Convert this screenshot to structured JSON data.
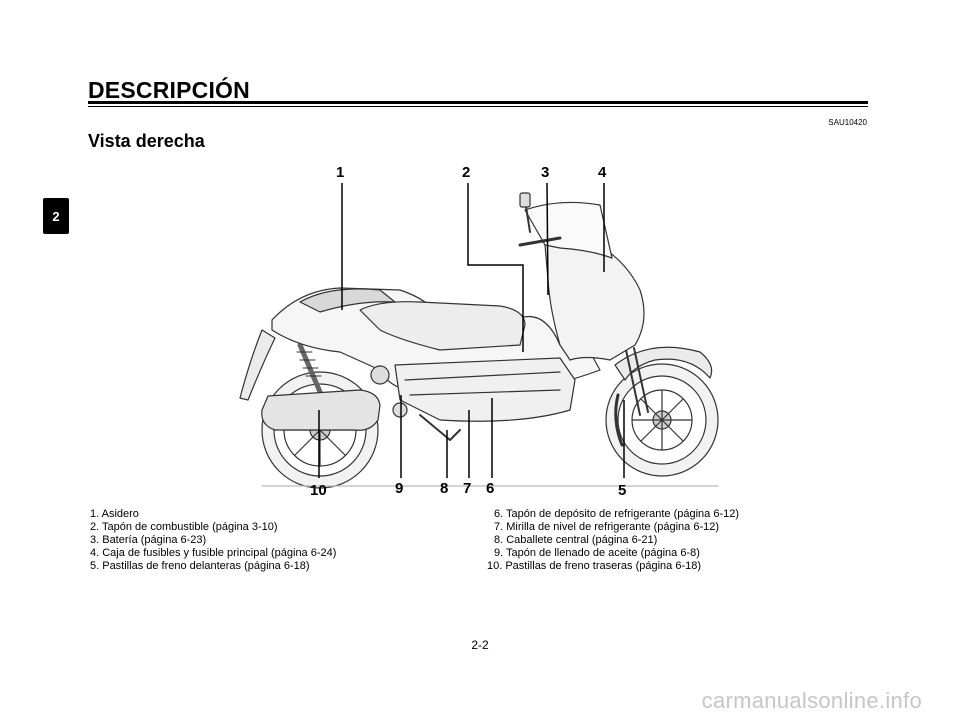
{
  "header": {
    "chapter_title": "DESCRIPCIÓN",
    "code": "SAU10420",
    "section_title": "Vista derecha",
    "chapter_tab": "2"
  },
  "callouts": [
    "1",
    "2",
    "3",
    "4",
    "5",
    "6",
    "7",
    "8",
    "9",
    "10"
  ],
  "legend": {
    "left": [
      "1. Asidero",
      "2. Tapón de combustible (página 3-10)",
      "3. Batería (página 6-23)",
      "4. Caja de fusibles y fusible principal (página 6-24)",
      "5. Pastillas de freno delanteras (página 6-18)"
    ],
    "right": [
      "6. Tapón de depósito de refrigerante (página 6-12)",
      "7. Mirilla de nivel de refrigerante (página 6-12)",
      "8. Caballete central (página 6-21)",
      "9. Tapón de llenado de aceite (página 6-8)",
      "10. Pastillas de freno traseras (página 6-18)"
    ]
  },
  "page_number": "2-2",
  "footer_link": "carmanualsonline.info"
}
